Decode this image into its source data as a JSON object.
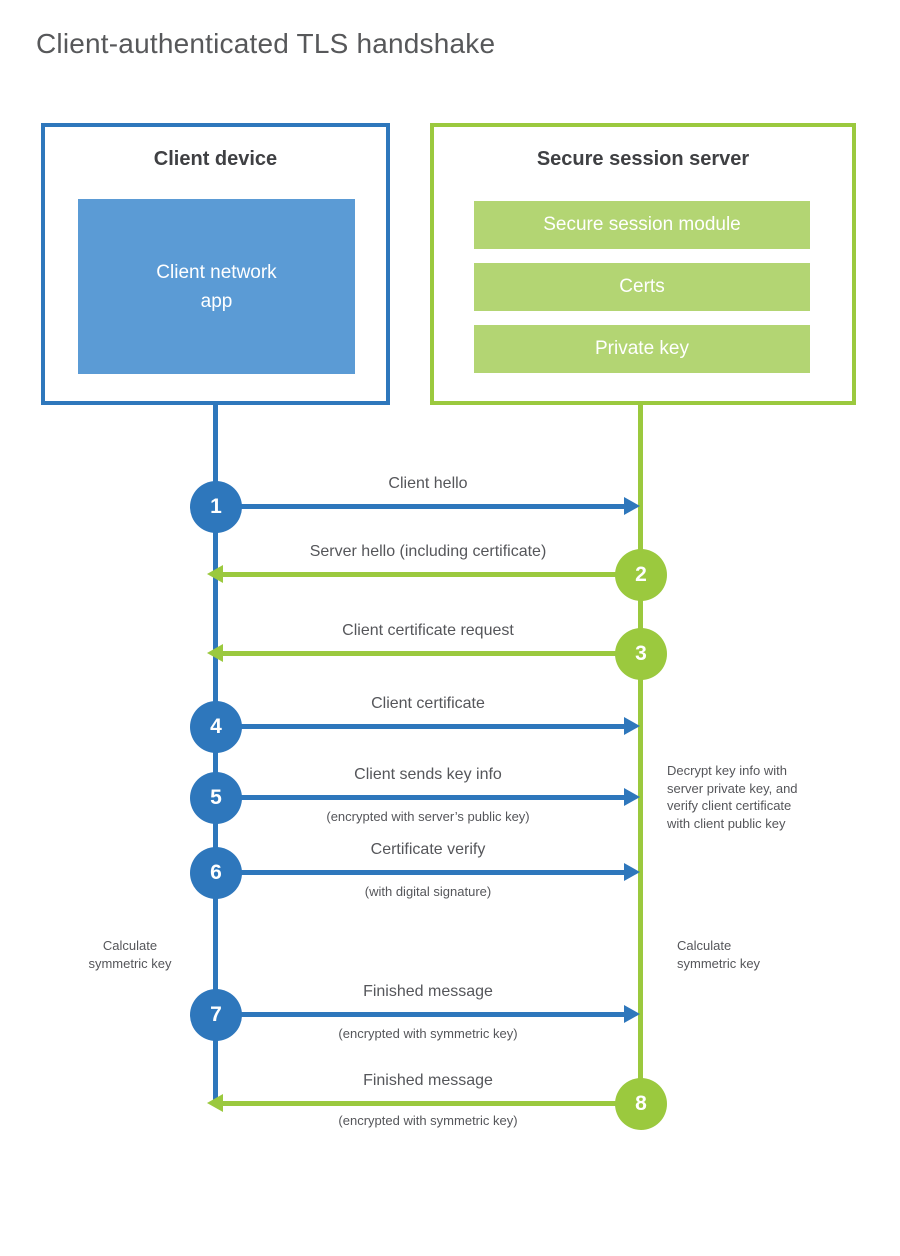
{
  "title": "Client-authenticated TLS handshake",
  "colors": {
    "blue_stroke": "#2E77BC",
    "blue_fill": "#5B9BD5",
    "green_stroke": "#9BC93E",
    "green_fill": "#B3D573",
    "heading_text": "#3F4043",
    "label_text": "#55565A"
  },
  "client": {
    "title": "Client device",
    "app_label": "Client network\napp"
  },
  "server": {
    "title": "Secure session server",
    "modules": [
      "Secure session module",
      "Certs",
      "Private key"
    ]
  },
  "steps": [
    {
      "num": "1",
      "from": "client",
      "direction": "right",
      "label": "Client hello",
      "sub": ""
    },
    {
      "num": "2",
      "from": "server",
      "direction": "left",
      "label": "Server hello (including certificate)",
      "sub": ""
    },
    {
      "num": "3",
      "from": "server",
      "direction": "left",
      "label": "Client certificate request",
      "sub": ""
    },
    {
      "num": "4",
      "from": "client",
      "direction": "right",
      "label": "Client certificate",
      "sub": ""
    },
    {
      "num": "5",
      "from": "client",
      "direction": "right",
      "label": "Client sends key info",
      "sub": "(encrypted with server’s public key)"
    },
    {
      "num": "6",
      "from": "client",
      "direction": "right",
      "label": "Certificate verify",
      "sub": "(with digital signature)"
    },
    {
      "num": "7",
      "from": "client",
      "direction": "right",
      "label": "Finished message",
      "sub": "(encrypted with symmetric key)"
    },
    {
      "num": "8",
      "from": "server",
      "direction": "left",
      "label": "Finished message",
      "sub": "(encrypted with symmetric key)"
    }
  ],
  "annotations": {
    "decrypt": "Decrypt key info with\nserver private key, and\nverify client certificate\nwith client public key",
    "calc_left": "Calculate\nsymmetric key",
    "calc_right": "Calculate\nsymmetric key"
  }
}
